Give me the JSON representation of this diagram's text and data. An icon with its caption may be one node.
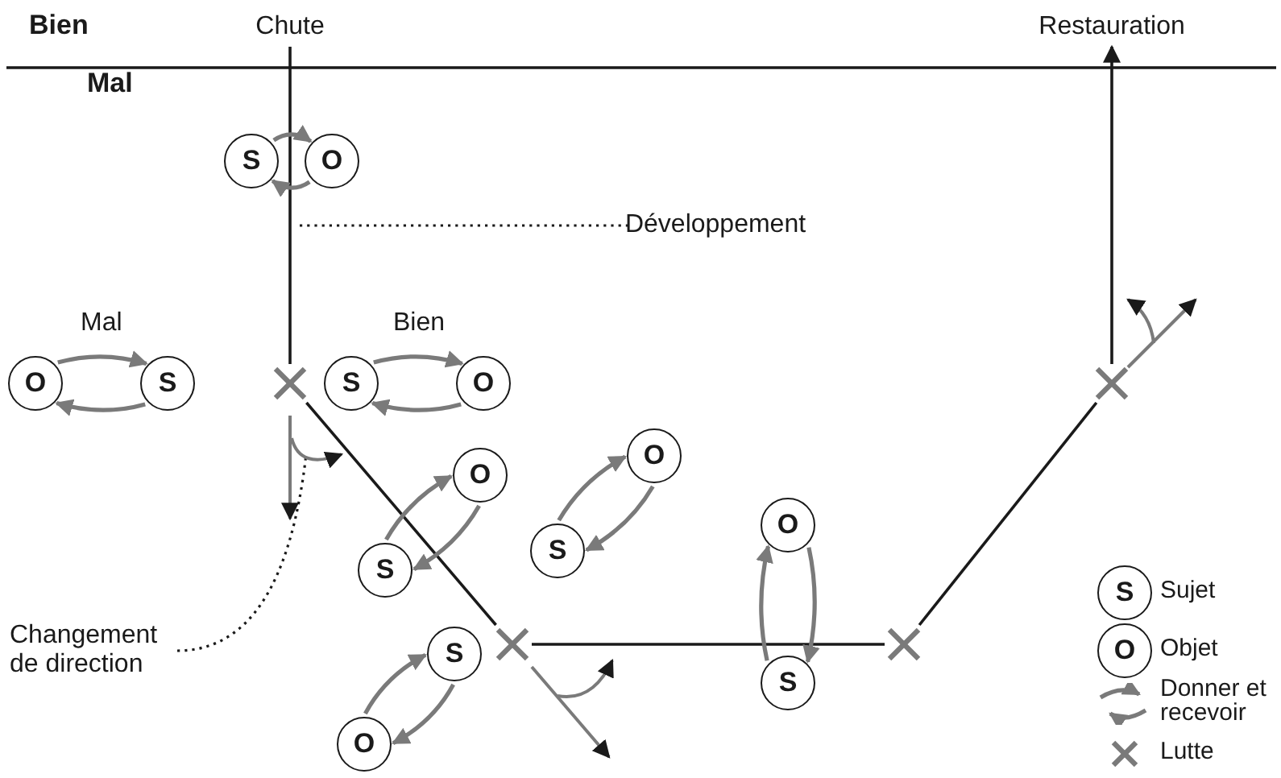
{
  "diagram": {
    "nodes": [
      {
        "text": [
          "Chute"
        ]
      },
      {
        "text": [
          "Restauration"
        ]
      },
      {
        "text": [
          "S"
        ]
      },
      {
        "text": [
          "O"
        ]
      },
      {
        "text": [
          "Développement"
        ]
      },
      {
        "text": [
          "O"
        ]
      },
      {
        "text": [
          "S"
        ]
      },
      {
        "text": [],
        "shape": "cross"
      },
      {
        "text": [
          "S"
        ]
      },
      {
        "text": [
          "O"
        ]
      },
      {
        "text": [],
        "shape": "cross"
      },
      {
        "text": [
          "O"
        ]
      },
      {
        "text": [
          "O"
        ]
      },
      {
        "text": [
          "O"
        ]
      },
      {
        "text": [
          "S"
        ]
      },
      {
        "text": [
          "S"
        ]
      },
      {
        "text": [
          "Changement de direction"
        ]
      },
      {
        "text": [],
        "shape": "cross"
      },
      {
        "text": [
          "S"
        ]
      },
      {
        "text": [
          "S"
        ]
      },
      {
        "text": [],
        "shape": "cross"
      },
      {
        "text": [
          "O"
        ]
      }
    ],
    "edges": [
      {
        "from": 0,
        "to": 7,
        "arrow": "none",
        "color": "#1a1a1a"
      },
      {
        "from": 7,
        "to": 17,
        "arrow": "none",
        "color": "#1a1a1a"
      },
      {
        "from": 17,
        "to": 20,
        "arrow": "none",
        "color": "#1a1a1a"
      },
      {
        "from": 20,
        "to": 10,
        "arrow": "none",
        "color": "#1a1a1a"
      },
      {
        "from": 10,
        "to": 1,
        "arrow": "to",
        "color": "#1a1a1a"
      },
      {
        "from": 2,
        "to": 3,
        "arrow": "to"
      },
      {
        "from": 3,
        "to": 2,
        "arrow": "to"
      },
      {
        "from": 5,
        "to": 6,
        "arrow": "to"
      },
      {
        "from": 6,
        "to": 5,
        "arrow": "to"
      },
      {
        "from": 8,
        "to": 9,
        "arrow": "to"
      },
      {
        "from": 9,
        "to": 8,
        "arrow": "to"
      },
      {
        "from": 15,
        "to": 12,
        "arrow": "to"
      },
      {
        "from": 12,
        "to": 15,
        "arrow": "to"
      },
      {
        "from": 14,
        "to": 11,
        "arrow": "to"
      },
      {
        "from": 11,
        "to": 14,
        "arrow": "to"
      },
      {
        "from": 19,
        "to": 13,
        "arrow": "to"
      },
      {
        "from": 13,
        "to": 19,
        "arrow": "to"
      },
      {
        "from": 21,
        "to": 18,
        "arrow": "to"
      },
      {
        "from": 18,
        "to": 21,
        "arrow": "to"
      },
      {
        "from": 4,
        "to": null,
        "arrow": "none",
        "style": "dashed",
        "color": "#1a1a1a"
      },
      {
        "from": 16,
        "to": null,
        "arrow": "none",
        "style": "dashed",
        "color": "#1a1a1a"
      }
    ],
    "labels": [
      "Bien",
      "Mal",
      "Mal",
      "Bien",
      "S",
      "O"
    ],
    "legend": [
      {
        "text": "Sujet"
      },
      {
        "text": "Objet"
      },
      {
        "text": "Donner et recevoir"
      },
      {
        "text": "Lutte"
      }
    ]
  }
}
